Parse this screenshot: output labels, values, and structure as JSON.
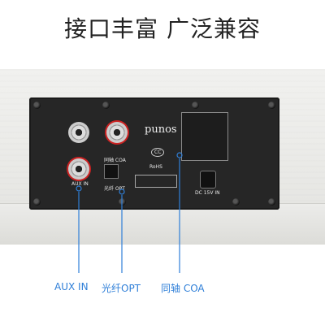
{
  "headline": "接口丰富 广泛兼容",
  "brand": "punos",
  "panel_labels": {
    "aux_in": "AUX IN",
    "coax": "同轴 COA",
    "optical": "光纤 OPT",
    "dc": "DC 15V IN",
    "rohs": "RoHS",
    "cc": "CC"
  },
  "callouts": {
    "aux": "AUX IN",
    "opt": "光纤OPT",
    "coa": "同轴 COA"
  },
  "colors": {
    "callout": "#2f7fd8",
    "panel": "#262626",
    "chassis": "#eeeeec"
  }
}
